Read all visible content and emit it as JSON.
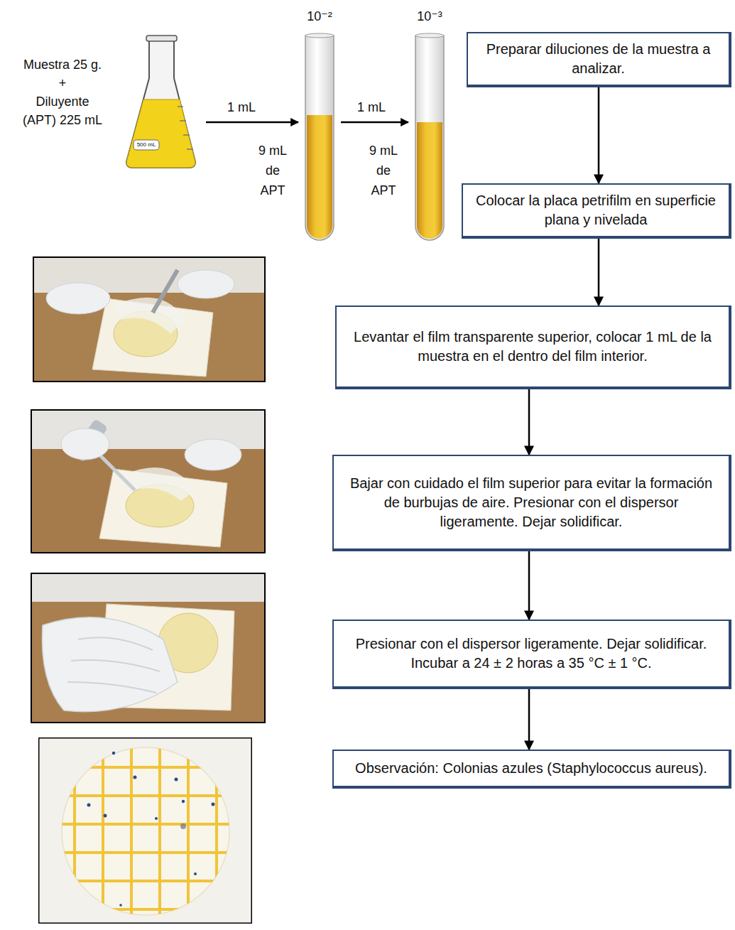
{
  "diagram": {
    "nodes": [
      {
        "text": [
          "Preparar diluciones de la muestra a analizar."
        ]
      },
      {
        "text": [
          "Colocar la placa petrifilm en superficie plana y nivelada"
        ]
      },
      {
        "text": [
          "Levantar el film transparente superior, colocar 1 mL de la muestra en el dentro del film interior."
        ]
      },
      {
        "text": [
          "Bajar con cuidado el film superior para evitar la formación de burbujas de aire. Presionar con el dispersor ligeramente. Dejar solidificar."
        ]
      },
      {
        "text": [
          "Presionar con el dispersor ligeramente. Dejar solidificar. Incubar a 24 ± 2 horas a 35 °C ± 1 °C."
        ]
      },
      {
        "text": [
          "Observación: Colonias azules (Staphylococcus aureus)."
        ]
      }
    ],
    "edges": [
      {
        "from": 0,
        "to": 1,
        "arrow": "to"
      },
      {
        "from": 1,
        "to": 2,
        "arrow": "to"
      },
      {
        "from": 2,
        "to": 3,
        "arrow": "to"
      },
      {
        "from": 3,
        "to": 4,
        "arrow": "to"
      },
      {
        "from": 4,
        "to": 5,
        "arrow": "to"
      }
    ],
    "labels": [
      "10⁻²",
      "10⁻³",
      "Muestra 25 g.",
      "+",
      "Diluyente",
      "(APT) 225 mL",
      "500 mL",
      "1 mL",
      "9 mL de APT",
      "1 mL",
      "9 mL de APT"
    ]
  }
}
